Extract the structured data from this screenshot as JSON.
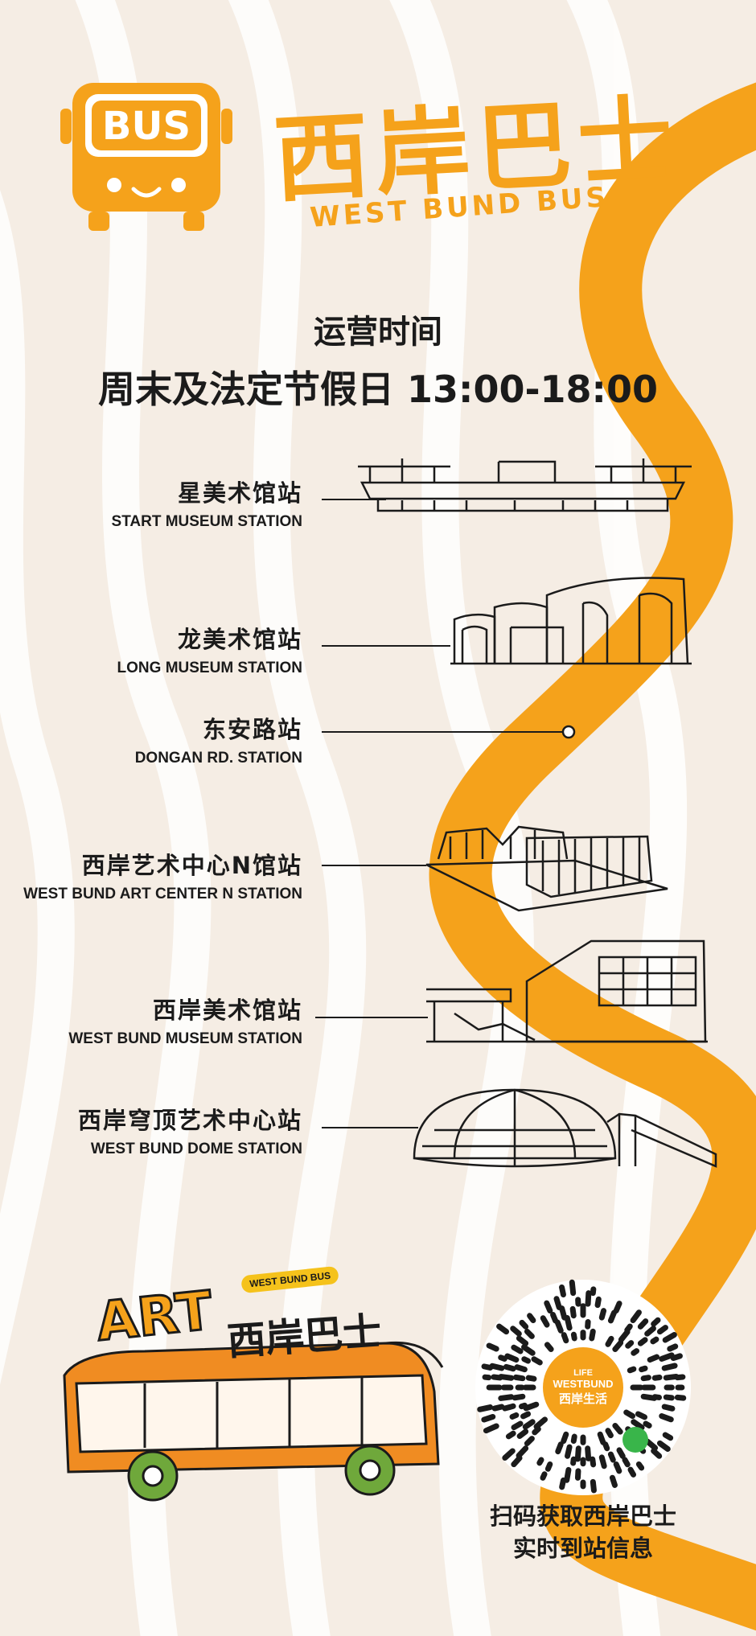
{
  "brand": {
    "bus_badge": "BUS",
    "title_cn": "西岸巴士",
    "title_en": "WEST BUND BUS"
  },
  "hours": {
    "label": "运营时间",
    "value": "周末及法定节假日 13:00-18:00"
  },
  "stations": [
    {
      "cn": "星美术馆站",
      "en": "START MUSEUM STATION",
      "icon": "start-museum-building-icon"
    },
    {
      "cn": "龙美术馆站",
      "en": "LONG MUSEUM STATION",
      "icon": "long-museum-building-icon"
    },
    {
      "cn": "东安路站",
      "en": "DONGAN RD. STATION",
      "icon": "route-dot-icon"
    },
    {
      "cn": "西岸艺术中心N馆站",
      "en": "WEST BUND ART CENTER N STATION",
      "icon": "art-center-building-icon"
    },
    {
      "cn": "西岸美术馆站",
      "en": "WEST BUND MUSEUM STATION",
      "icon": "west-bund-museum-building-icon"
    },
    {
      "cn": "西岸穹顶艺术中心站",
      "en": "WEST BUND DOME STATION",
      "icon": "dome-building-icon"
    }
  ],
  "art_bus": {
    "art_word": "ART",
    "tag": "WEST BUND BUS",
    "title_cn": "西岸巴士"
  },
  "qr": {
    "center_line1": "LIFE",
    "center_line2": "WESTBUND",
    "center_line3": "西岸生活",
    "caption_line1": "扫码获取西岸巴士",
    "caption_line2": "实时到站信息"
  },
  "colors": {
    "accent": "#f5a21b",
    "background": "#f5ede4",
    "ink": "#1b1b1b"
  }
}
